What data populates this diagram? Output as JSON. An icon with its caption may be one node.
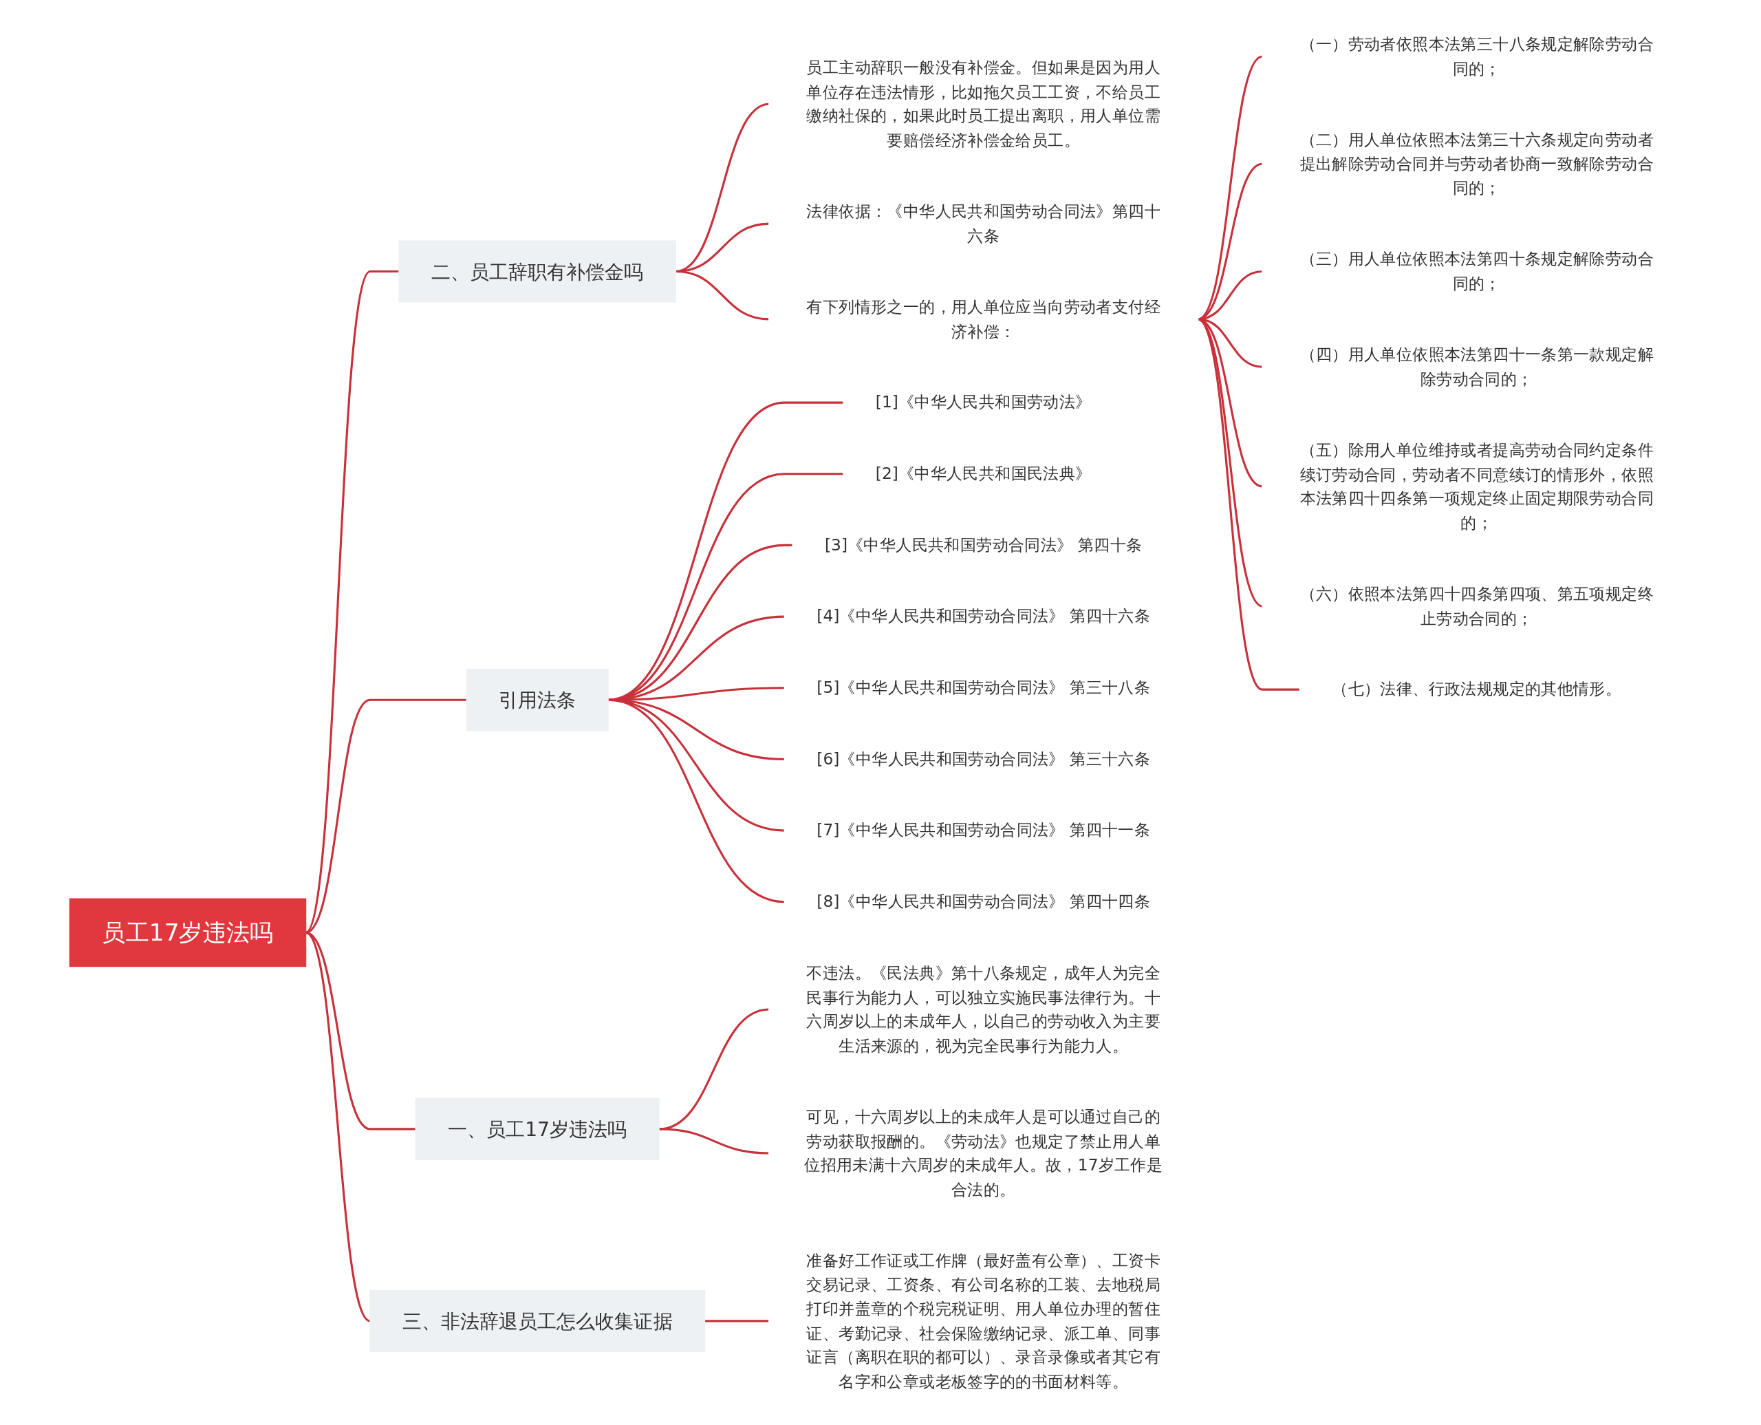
{
  "diagram": {
    "nodes": [
      {
        "text": [
          "员工17岁违法吗"
        ]
      },
      {
        "text": [
          "二、员工辞职有补偿金吗"
        ]
      },
      {
        "text": [
          "员工主动辞职一般没有补偿金。但如果是因为用人单位存在违法情形，比如拖欠员工工资，不给员工缴纳社保的，如果此时员工提出离职，用人单位需要赔偿经济补偿金给员工。"
        ]
      },
      {
        "text": [
          "法律依据：《中华人民共和国劳动合同法》第四十六条"
        ]
      },
      {
        "text": [
          "有下列情形之一的，用人单位应当向劳动者支付经济补偿："
        ]
      },
      {
        "text": [
          "（一）劳动者依照本法第三十八条规定解除劳动合同的；"
        ]
      },
      {
        "text": [
          "（二）用人单位依照本法第三十六条规定向劳动者提出解除劳动合同并与劳动者协商一致解除劳动合同的；"
        ]
      },
      {
        "text": [
          "（三）用人单位依照本法第四十条规定解除劳动合同的；"
        ]
      },
      {
        "text": [
          "（四）用人单位依照本法第四十一条第一款规定解除劳动合同的；"
        ]
      },
      {
        "text": [
          "（五）除用人单位维持或者提高劳动合同约定条件续订劳动合同，劳动者不同意续订的情形外，依照本法第四十四条第一项规定终止固定期限劳动合同的；"
        ]
      },
      {
        "text": [
          "（六）依照本法第四十四条第四项、第五项规定终止劳动合同的；"
        ]
      },
      {
        "text": [
          "（七）法律、行政法规规定的其他情形。"
        ]
      },
      {
        "text": [
          "引用法条"
        ]
      },
      {
        "text": [
          "[1]《中华人民共和国劳动法》"
        ]
      },
      {
        "text": [
          "[2]《中华人民共和国民法典》"
        ]
      },
      {
        "text": [
          "[3]《中华人民共和国劳动合同法》 第四十条"
        ]
      },
      {
        "text": [
          "[4]《中华人民共和国劳动合同法》 第四十六条"
        ]
      },
      {
        "text": [
          "[5]《中华人民共和国劳动合同法》 第三十八条"
        ]
      },
      {
        "text": [
          "[6]《中华人民共和国劳动合同法》 第三十六条"
        ]
      },
      {
        "text": [
          "[7]《中华人民共和国劳动合同法》 第四十一条"
        ]
      },
      {
        "text": [
          "[8]《中华人民共和国劳动合同法》 第四十四条"
        ]
      },
      {
        "text": [
          "一、员工17岁违法吗"
        ]
      },
      {
        "text": [
          "不违法。《民法典》第十八条规定，成年人为完全民事行为能力人，可以独立实施民事法律行为。十六周岁以上的未成年人，以自己的劳动收入为主要生活来源的，视为完全民事行为能力人。"
        ]
      },
      {
        "text": [
          "可见，十六周岁以上的未成年人是可以通过自己的劳动获取报酬的。《劳动法》也规定了禁止用人单位招用未满十六周岁的未成年人。故，17岁工作是合法的。"
        ]
      },
      {
        "text": [
          "三、非法辞退员工怎么收集证据"
        ]
      },
      {
        "text": [
          "准备好工作证或工作牌（最好盖有公章）、工资卡交易记录、工资条、有公司名称的工装、去地税局打印并盖章的个税完税证明、用人单位办理的暂住证、考勤记录、社会保险缴纳记录、派工单、同事证言（离职在职的都可以）、录音录像或者其它有名字和公章或老板签字的的书面材料等。"
        ]
      }
    ],
    "edges": [
      {
        "from": 0,
        "to": 1,
        "arrow": "none"
      },
      {
        "from": 1,
        "to": 2,
        "arrow": "none"
      },
      {
        "from": 1,
        "to": 3,
        "arrow": "none"
      },
      {
        "from": 1,
        "to": 4,
        "arrow": "none"
      },
      {
        "from": 4,
        "to": 5,
        "arrow": "none"
      },
      {
        "from": 4,
        "to": 6,
        "arrow": "none"
      },
      {
        "from": 4,
        "to": 7,
        "arrow": "none"
      },
      {
        "from": 4,
        "to": 8,
        "arrow": "none"
      },
      {
        "from": 4,
        "to": 9,
        "arrow": "none"
      },
      {
        "from": 4,
        "to": 10,
        "arrow": "none"
      },
      {
        "from": 4,
        "to": 11,
        "arrow": "none"
      },
      {
        "from": 0,
        "to": 12,
        "arrow": "none"
      },
      {
        "from": 12,
        "to": 13,
        "arrow": "none"
      },
      {
        "from": 12,
        "to": 14,
        "arrow": "none"
      },
      {
        "from": 12,
        "to": 15,
        "arrow": "none"
      },
      {
        "from": 12,
        "to": 16,
        "arrow": "none"
      },
      {
        "from": 12,
        "to": 17,
        "arrow": "none"
      },
      {
        "from": 12,
        "to": 18,
        "arrow": "none"
      },
      {
        "from": 12,
        "to": 19,
        "arrow": "none"
      },
      {
        "from": 12,
        "to": 20,
        "arrow": "none"
      },
      {
        "from": 0,
        "to": 21,
        "arrow": "none"
      },
      {
        "from": 21,
        "to": 22,
        "arrow": "none"
      },
      {
        "from": 21,
        "to": 23,
        "arrow": "none"
      },
      {
        "from": 0,
        "to": 24,
        "arrow": "none"
      },
      {
        "from": 24,
        "to": 25,
        "arrow": "none"
      }
    ]
  }
}
